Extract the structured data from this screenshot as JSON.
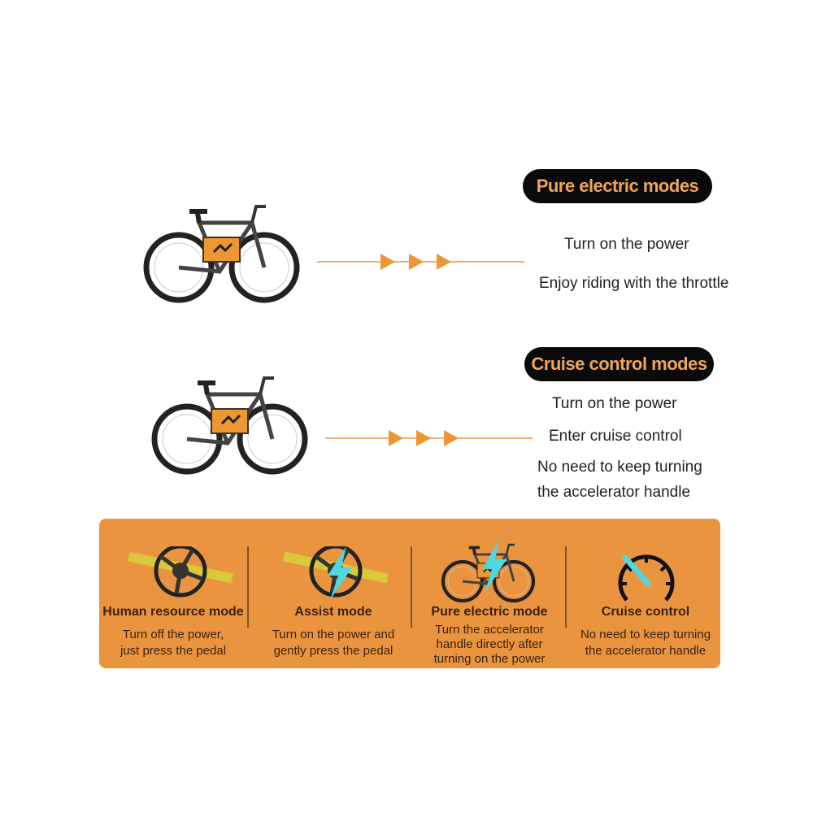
{
  "pure_electric": {
    "title": "Pure electric modes",
    "lines": [
      "Turn on the power",
      "Enjoy riding with the throttle"
    ]
  },
  "cruise": {
    "title": "Cruise control modes",
    "lines": [
      "Turn on the power",
      "Enter cruise control",
      "No need to keep turning",
      "the accelerator handle"
    ]
  },
  "modes": [
    {
      "title": "Human resource mode",
      "desc": [
        "Turn off the power,",
        "just press the pedal"
      ],
      "icon": "crank-icon"
    },
    {
      "title": "Assist mode",
      "desc": [
        "Turn on the power and",
        "gently press the pedal"
      ],
      "icon": "crank-lightning-icon"
    },
    {
      "title": "Pure electric mode",
      "desc": [
        "Turn the accelerator",
        "handle directly after",
        "turning on the power"
      ],
      "icon": "bike-icon"
    },
    {
      "title": "Cruise control",
      "desc": [
        "No need to keep turning",
        "the accelerator handle"
      ],
      "icon": "speedometer-icon"
    }
  ],
  "colors": {
    "accent": "#eb9440",
    "pill_bg": "#0a0a0a",
    "pill_text": "#f0a55a"
  }
}
